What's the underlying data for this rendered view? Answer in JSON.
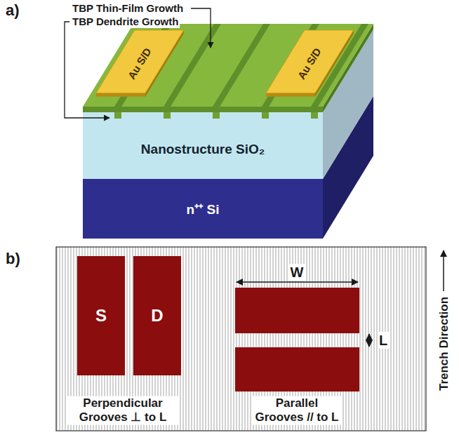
{
  "diagram": {
    "nodes": [
      {
        "text": [
          "Au S/D"
        ]
      },
      {
        "text": [
          "Au S/D"
        ]
      },
      {
        "text": [
          "Nanostructure SiO₂"
        ]
      },
      {
        "text": [
          "n⁺⁺ Si"
        ]
      },
      {
        "text": [
          "S"
        ]
      },
      {
        "text": [
          "D"
        ]
      }
    ],
    "labels": [
      "a)",
      "TBP Thin-Film Growth",
      "TBP Dendrite Growth",
      "b)",
      "W",
      "L",
      "Perpendicular Grooves ⊥ to L",
      "Parallel Grooves // to L",
      "Trench Direction"
    ]
  }
}
